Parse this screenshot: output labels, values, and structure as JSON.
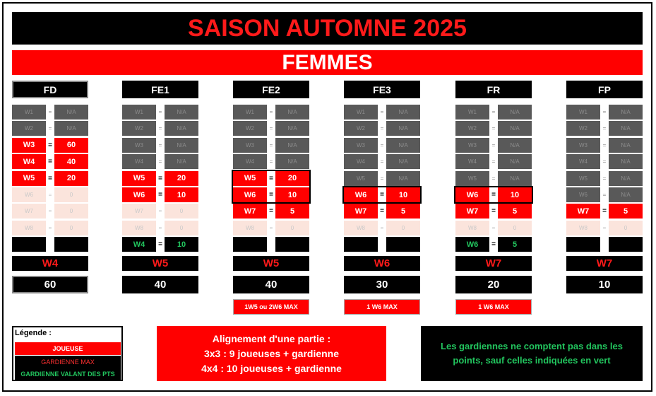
{
  "title": "SAISON AUTOMNE 2025",
  "subtitle": "FEMMES",
  "divisions": [
    {
      "name": "FD",
      "header_framed": true,
      "rows": [
        {
          "l": "W1",
          "r": "N/A",
          "s": "na"
        },
        {
          "l": "W2",
          "r": "N/A",
          "s": "na"
        },
        {
          "l": "W3",
          "r": "60",
          "s": "red"
        },
        {
          "l": "W4",
          "r": "40",
          "s": "red"
        },
        {
          "l": "W5",
          "r": "20",
          "s": "red"
        },
        {
          "l": "W6",
          "r": "0",
          "s": "peach"
        },
        {
          "l": "W7",
          "r": "0",
          "s": "peach"
        },
        {
          "l": "W8",
          "r": "0",
          "s": "peach"
        },
        {
          "l": "",
          "r": "",
          "s": "black",
          "eq": ""
        }
      ],
      "max": "W4",
      "points": "60",
      "points_framed": true,
      "note": ""
    },
    {
      "name": "FE1",
      "rows": [
        {
          "l": "W1",
          "r": "N/A",
          "s": "na"
        },
        {
          "l": "W2",
          "r": "N/A",
          "s": "na"
        },
        {
          "l": "W3",
          "r": "N/A",
          "s": "na"
        },
        {
          "l": "W4",
          "r": "N/A",
          "s": "na"
        },
        {
          "l": "W5",
          "r": "20",
          "s": "red"
        },
        {
          "l": "W6",
          "r": "10",
          "s": "red"
        },
        {
          "l": "W7",
          "r": "0",
          "s": "peach"
        },
        {
          "l": "W8",
          "r": "0",
          "s": "peach"
        },
        {
          "l": "W4",
          "r": "10",
          "s": "black",
          "eq": "="
        }
      ],
      "max": "W5",
      "points": "40",
      "note": ""
    },
    {
      "name": "FE2",
      "rows": [
        {
          "l": "W1",
          "r": "N/A",
          "s": "na"
        },
        {
          "l": "W2",
          "r": "N/A",
          "s": "na"
        },
        {
          "l": "W3",
          "r": "N/A",
          "s": "na"
        },
        {
          "l": "W4",
          "r": "N/A",
          "s": "na"
        },
        {
          "l": "W5",
          "r": "20",
          "s": "red"
        },
        {
          "l": "W6",
          "r": "10",
          "s": "red"
        },
        {
          "l": "W7",
          "r": "5",
          "s": "red"
        },
        {
          "l": "W8",
          "r": "0",
          "s": "peach"
        },
        {
          "l": "",
          "r": "",
          "s": "black",
          "eq": ""
        }
      ],
      "max": "W5",
      "points": "40",
      "note": "1W5 ou 2W6 MAX",
      "highlight": [
        4,
        5
      ]
    },
    {
      "name": "FE3",
      "rows": [
        {
          "l": "W1",
          "r": "N/A",
          "s": "na"
        },
        {
          "l": "W2",
          "r": "N/A",
          "s": "na"
        },
        {
          "l": "W3",
          "r": "N/A",
          "s": "na"
        },
        {
          "l": "W4",
          "r": "N/A",
          "s": "na"
        },
        {
          "l": "W5",
          "r": "N/A",
          "s": "na"
        },
        {
          "l": "W6",
          "r": "10",
          "s": "red"
        },
        {
          "l": "W7",
          "r": "5",
          "s": "red"
        },
        {
          "l": "W8",
          "r": "0",
          "s": "peach"
        },
        {
          "l": "",
          "r": "",
          "s": "black",
          "eq": ""
        }
      ],
      "max": "W6",
      "points": "30",
      "note": "1 W6 MAX",
      "highlight": [
        5,
        5
      ]
    },
    {
      "name": "FR",
      "rows": [
        {
          "l": "W1",
          "r": "N/A",
          "s": "na"
        },
        {
          "l": "W2",
          "r": "N/A",
          "s": "na"
        },
        {
          "l": "W3",
          "r": "N/A",
          "s": "na"
        },
        {
          "l": "W4",
          "r": "N/A",
          "s": "na"
        },
        {
          "l": "W5",
          "r": "N/A",
          "s": "na"
        },
        {
          "l": "W6",
          "r": "10",
          "s": "red"
        },
        {
          "l": "W7",
          "r": "5",
          "s": "red"
        },
        {
          "l": "W8",
          "r": "0",
          "s": "peach"
        },
        {
          "l": "W6",
          "r": "5",
          "s": "black",
          "eq": "="
        }
      ],
      "max": "W7",
      "points": "20",
      "note": "1 W6 MAX",
      "highlight": [
        5,
        5
      ]
    },
    {
      "name": "FP",
      "rows": [
        {
          "l": "W1",
          "r": "N/A",
          "s": "na"
        },
        {
          "l": "W2",
          "r": "N/A",
          "s": "na"
        },
        {
          "l": "W3",
          "r": "N/A",
          "s": "na"
        },
        {
          "l": "W4",
          "r": "N/A",
          "s": "na"
        },
        {
          "l": "W5",
          "r": "N/A",
          "s": "na"
        },
        {
          "l": "W6",
          "r": "N/A",
          "s": "na"
        },
        {
          "l": "W7",
          "r": "5",
          "s": "red"
        },
        {
          "l": "W8",
          "r": "0",
          "s": "peach"
        },
        {
          "l": "",
          "r": "",
          "s": "black",
          "eq": ""
        }
      ],
      "max": "W7",
      "points": "10",
      "note": ""
    }
  ],
  "legend": {
    "title": "Légende :",
    "player": "JOUEUSE",
    "goalie_max": "GARDIENNE MAX",
    "goalie_points": "GARDIENNE VALANT DES PTS"
  },
  "alignment": {
    "line1": "Alignement d'une partie :",
    "line2": "3x3 : 9 joueuses + gardienne",
    "line3": "4x4 : 10 joueuses + gardienne"
  },
  "goalie_note": "Les gardiennes ne comptent pas dans les points, sauf celles indiquées en vert",
  "colors": {
    "red": "#ff0000",
    "black": "#000000",
    "na_gray": "#595959",
    "peach": "#fbe4dc",
    "green": "#22c55e"
  }
}
